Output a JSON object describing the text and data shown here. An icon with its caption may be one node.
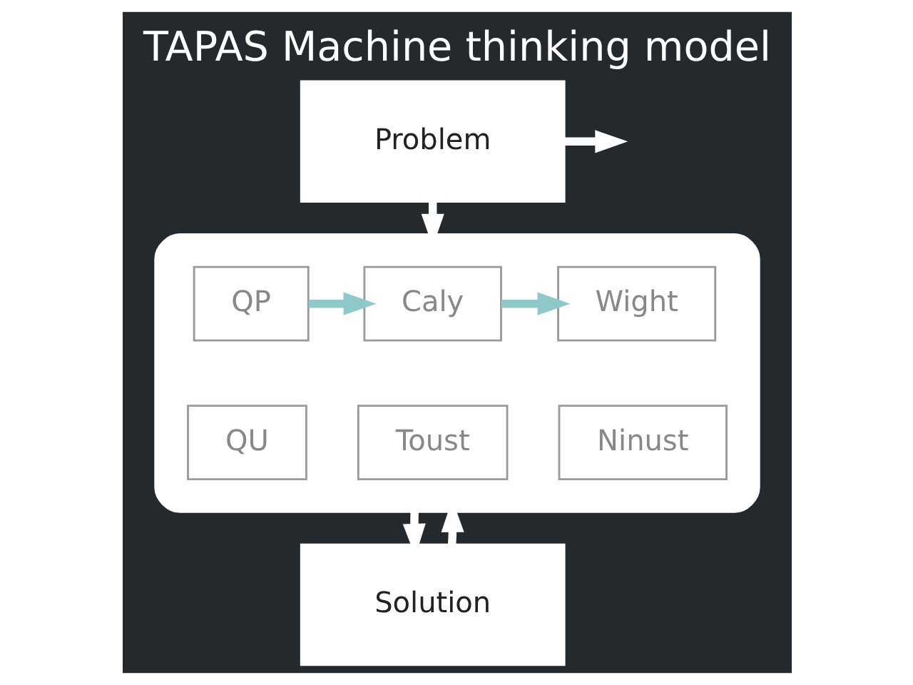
{
  "diagram": {
    "title": "TAPAS Machine thinking model",
    "nodes": [
      {
        "text": [
          "Problem"
        ]
      },
      {
        "text": [],
        "shape": "box"
      },
      {
        "text": [
          "QP"
        ],
        "in": 1
      },
      {
        "text": [
          "Caly"
        ],
        "in": 1
      },
      {
        "text": [
          "Wight"
        ],
        "in": 1
      },
      {
        "text": [
          "QU"
        ],
        "in": 1
      },
      {
        "text": [
          "Toust"
        ],
        "in": 1
      },
      {
        "text": [
          "Ninust"
        ],
        "in": 1
      },
      {
        "text": [
          "Solution"
        ]
      }
    ],
    "edges": [
      {
        "from": 0,
        "to": null,
        "arrow": "to"
      },
      {
        "from": 0,
        "to": 1,
        "arrow": "to"
      },
      {
        "from": 2,
        "to": 3,
        "arrow": "to",
        "color": "#8ec8c8"
      },
      {
        "from": 3,
        "to": 4,
        "arrow": "to",
        "color": "#8ec8c8"
      },
      {
        "from": 1,
        "to": 8,
        "arrow": "to"
      },
      {
        "from": 8,
        "to": 1,
        "arrow": "to"
      }
    ]
  }
}
